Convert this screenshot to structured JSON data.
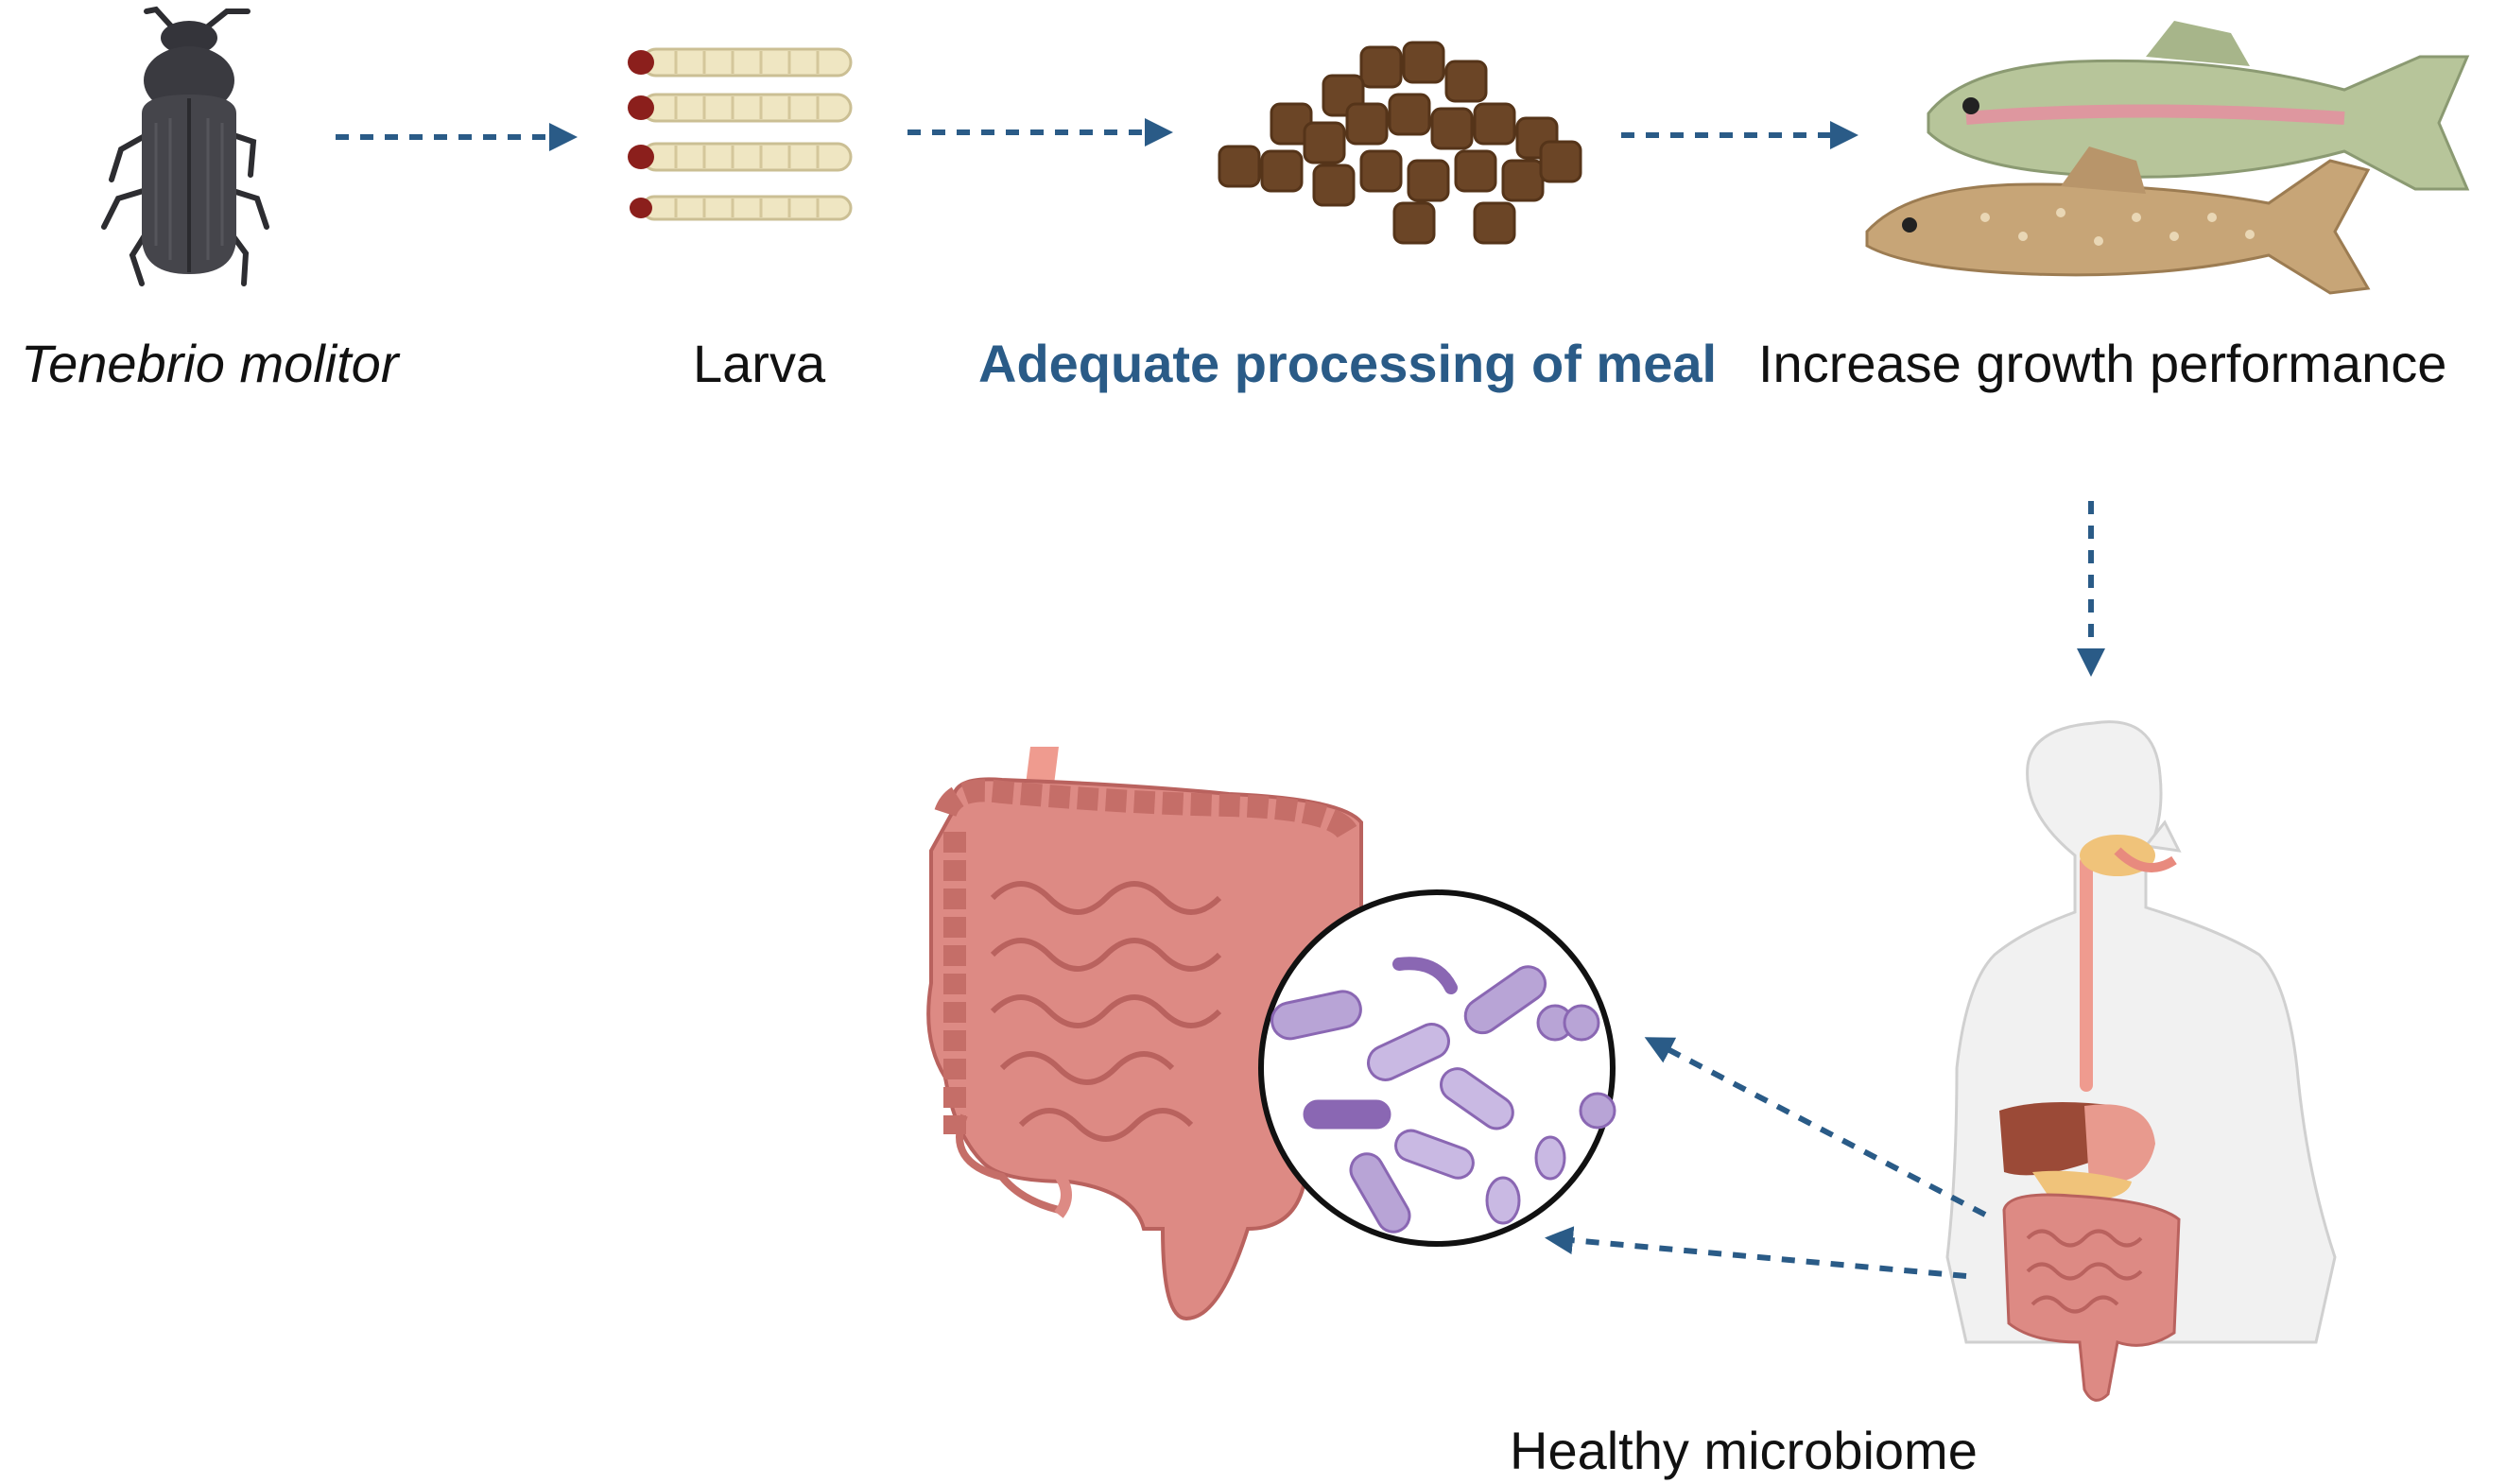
{
  "labels": {
    "species": "Tenebrio molitor",
    "larva": "Larva",
    "meal": "Adequate processing of meal",
    "growth": "Increase growth performance",
    "microbiome": "Healthy microbiome"
  },
  "colors": {
    "accent": "#2a5b87",
    "beetle": "#3f3f44",
    "larva_body": "#efe6c2",
    "larva_head": "#8b1f1c",
    "pellet": "#6b4526",
    "intestine": "#dd8a84",
    "intestine_dark": "#b9625e",
    "bacteria": "#b8a4d6",
    "bacteria_dark": "#8a67b3",
    "body_outline": "#d9d9d9",
    "liver": "#9b4a37",
    "stomach": "#e89a8e"
  },
  "icons": {
    "beetle": "beetle-icon",
    "larvae": "larvae-icon",
    "pellets": "feed-pellets-icon",
    "fish": "fish-icon",
    "intestine": "intestine-icon",
    "bacteria": "bacteria-magnifier-icon",
    "human": "human-digestive-system-icon"
  }
}
